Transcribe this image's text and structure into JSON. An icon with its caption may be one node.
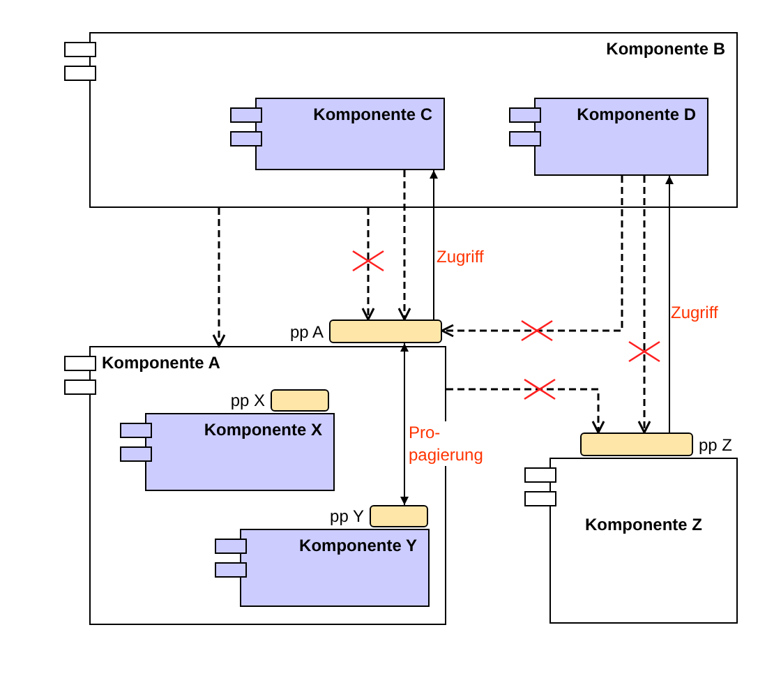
{
  "diagram": {
    "nodes": [
      {
        "text": [
          "Komponente B"
        ]
      },
      {
        "text": [
          "Komponente C"
        ],
        "in": 0
      },
      {
        "text": [
          "Komponente D"
        ],
        "in": 0
      },
      {
        "text": [
          "pp A"
        ]
      },
      {
        "text": [
          "Komponente A"
        ]
      },
      {
        "text": [
          "pp X"
        ],
        "in": 4
      },
      {
        "text": [
          "Komponente X"
        ],
        "in": 4
      },
      {
        "text": [
          "pp Y"
        ],
        "in": 4
      },
      {
        "text": [
          "Komponente Y"
        ],
        "in": 4
      },
      {
        "text": [
          "pp Z"
        ]
      },
      {
        "text": [
          "Komponente Z"
        ]
      }
    ],
    "edges": [
      {
        "from": 0,
        "to": 4,
        "arrow": "to",
        "style": "dashed"
      },
      {
        "from": 0,
        "to": 3,
        "arrow": "to",
        "style": "dashed"
      },
      {
        "from": 1,
        "to": 3,
        "arrow": "to",
        "style": "dashed"
      },
      {
        "from": 3,
        "to": 1,
        "arrow": "to",
        "label": "Zugriff"
      },
      {
        "from": 2,
        "to": 3,
        "arrow": "to",
        "style": "dashed"
      },
      {
        "from": 2,
        "to": 9,
        "arrow": "to",
        "style": "dashed"
      },
      {
        "from": 9,
        "to": 2,
        "arrow": "to",
        "label": "Zugriff"
      },
      {
        "from": 4,
        "to": 9,
        "arrow": "to",
        "style": "dashed"
      },
      {
        "from": 3,
        "to": 7,
        "arrow": "both",
        "label": "Pro- pagierung"
      }
    ]
  }
}
